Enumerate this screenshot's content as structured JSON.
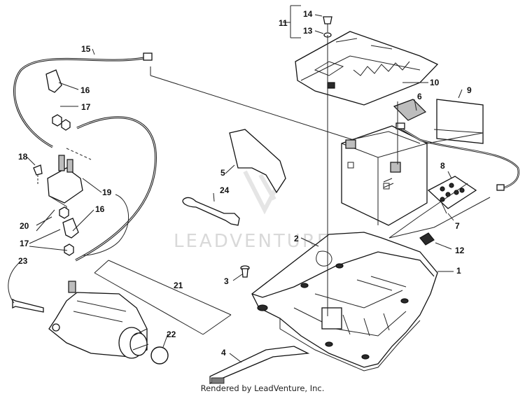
{
  "watermark": "LEADVENTURE",
  "footer": "Rendered by LeadVenture, Inc.",
  "callouts": {
    "c1": "1",
    "c2": "2",
    "c3": "3",
    "c4": "4",
    "c5": "5",
    "c6": "6",
    "c7": "7",
    "c8": "8",
    "c9": "9",
    "c10": "10",
    "c11": "11",
    "c12": "12",
    "c13": "13",
    "c14": "14",
    "c15": "15",
    "c16a": "16",
    "c16b": "16",
    "c17a": "17",
    "c17b": "17",
    "c18": "18",
    "c19": "19",
    "c20": "20",
    "c21": "21",
    "c22": "22",
    "c23": "23",
    "c24": "24"
  }
}
